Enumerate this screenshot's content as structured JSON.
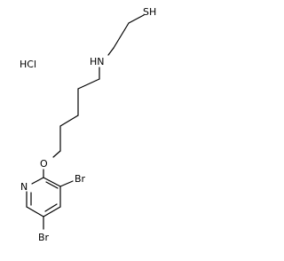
{
  "molecule": {
    "salt_label": "HCl",
    "atoms": {
      "thiol": "SH",
      "amine": "HN",
      "ether_oxygen": "O",
      "pyridine_nitrogen": "N",
      "bromine_3": "Br",
      "bromine_5": "Br"
    }
  }
}
